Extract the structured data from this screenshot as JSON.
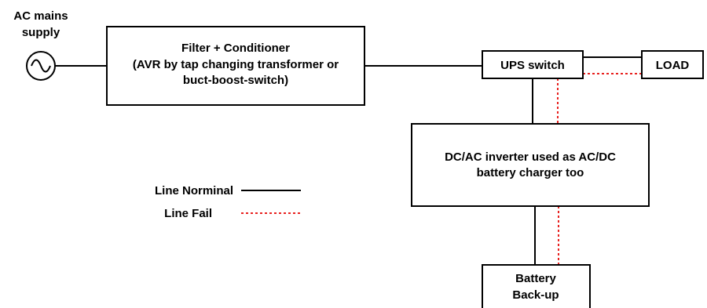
{
  "source": {
    "label_line1": "AC mains",
    "label_line2": "supply",
    "icon": "ac-source-sine-icon"
  },
  "filter": {
    "line1": "Filter + Conditioner",
    "line2": "(AVR by tap changing transformer or",
    "line3": "buct-boost-switch)"
  },
  "ups_switch": {
    "label": "UPS switch"
  },
  "load": {
    "label": "LOAD"
  },
  "inverter": {
    "line1": "DC/AC inverter used as AC/DC",
    "line2": "battery charger too"
  },
  "battery": {
    "line1": "Battery",
    "line2": "Back-up"
  },
  "legend": {
    "normal_label": "Line Norminal",
    "fail_label": "Line Fail"
  },
  "colors": {
    "line_normal": "#000000",
    "line_fail": "#e8211f"
  }
}
